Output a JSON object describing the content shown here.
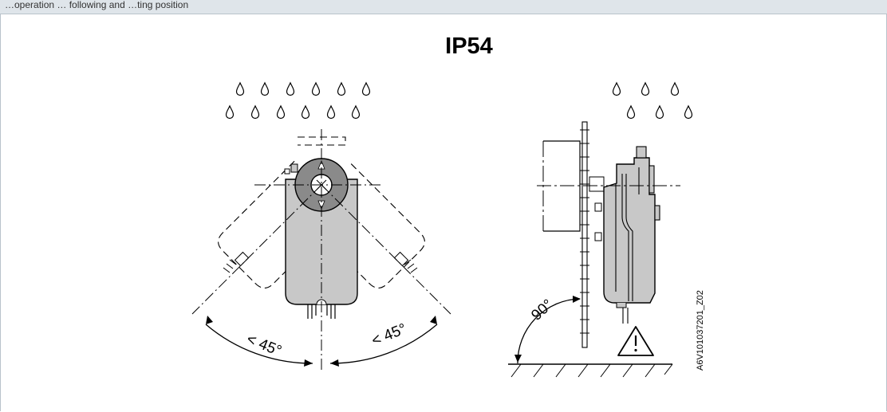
{
  "header": {
    "text": "…operation … following and …ting position"
  },
  "diagram": {
    "title": "IP54",
    "front_view": {
      "angle_left": "< 45°",
      "angle_right": "< 45°"
    },
    "side_view": {
      "angle": "90°"
    },
    "drawing_code": "A6V101037201_Z02"
  },
  "colors": {
    "housing_fill": "#c8c8c8",
    "hub_fill": "#8a8a8a",
    "line": "#000000",
    "frame": "#b9c3cb"
  },
  "icons": [
    "water-drop-icon",
    "warning-triangle-icon"
  ]
}
